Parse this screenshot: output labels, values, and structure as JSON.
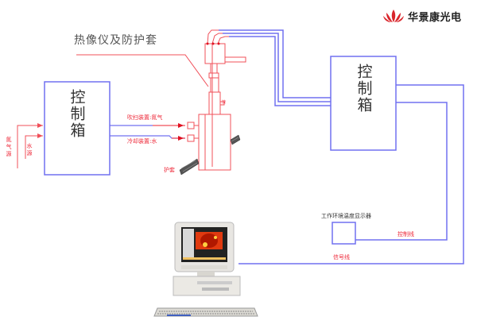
{
  "brand": {
    "name": "华景康光电",
    "logo_icon": "lotus-flame-icon",
    "logo_color": "#d9252b"
  },
  "colors": {
    "red_line": "#f0505a",
    "blue_line": "#6e6ef0",
    "red_text": "#ee2a3a"
  },
  "labels": {
    "thermal_imager_and_shield": "热像仪及防护套",
    "left_control_box": "控制箱",
    "right_control_box": "控制箱",
    "gas_source": "氮气源",
    "water_source": "水源",
    "purge_device": "吹扫装置:氮气",
    "cooling_device": "冷却装置:水",
    "protective_sleeve": "护套",
    "ambient_temp_display": "工作环境温度显示器",
    "control_line": "控制线",
    "signal_line": "信号线",
    "small_port_label": "接"
  },
  "computer": {
    "description": "workstation-with-thermal-image",
    "screen_content": "thermal-image"
  }
}
